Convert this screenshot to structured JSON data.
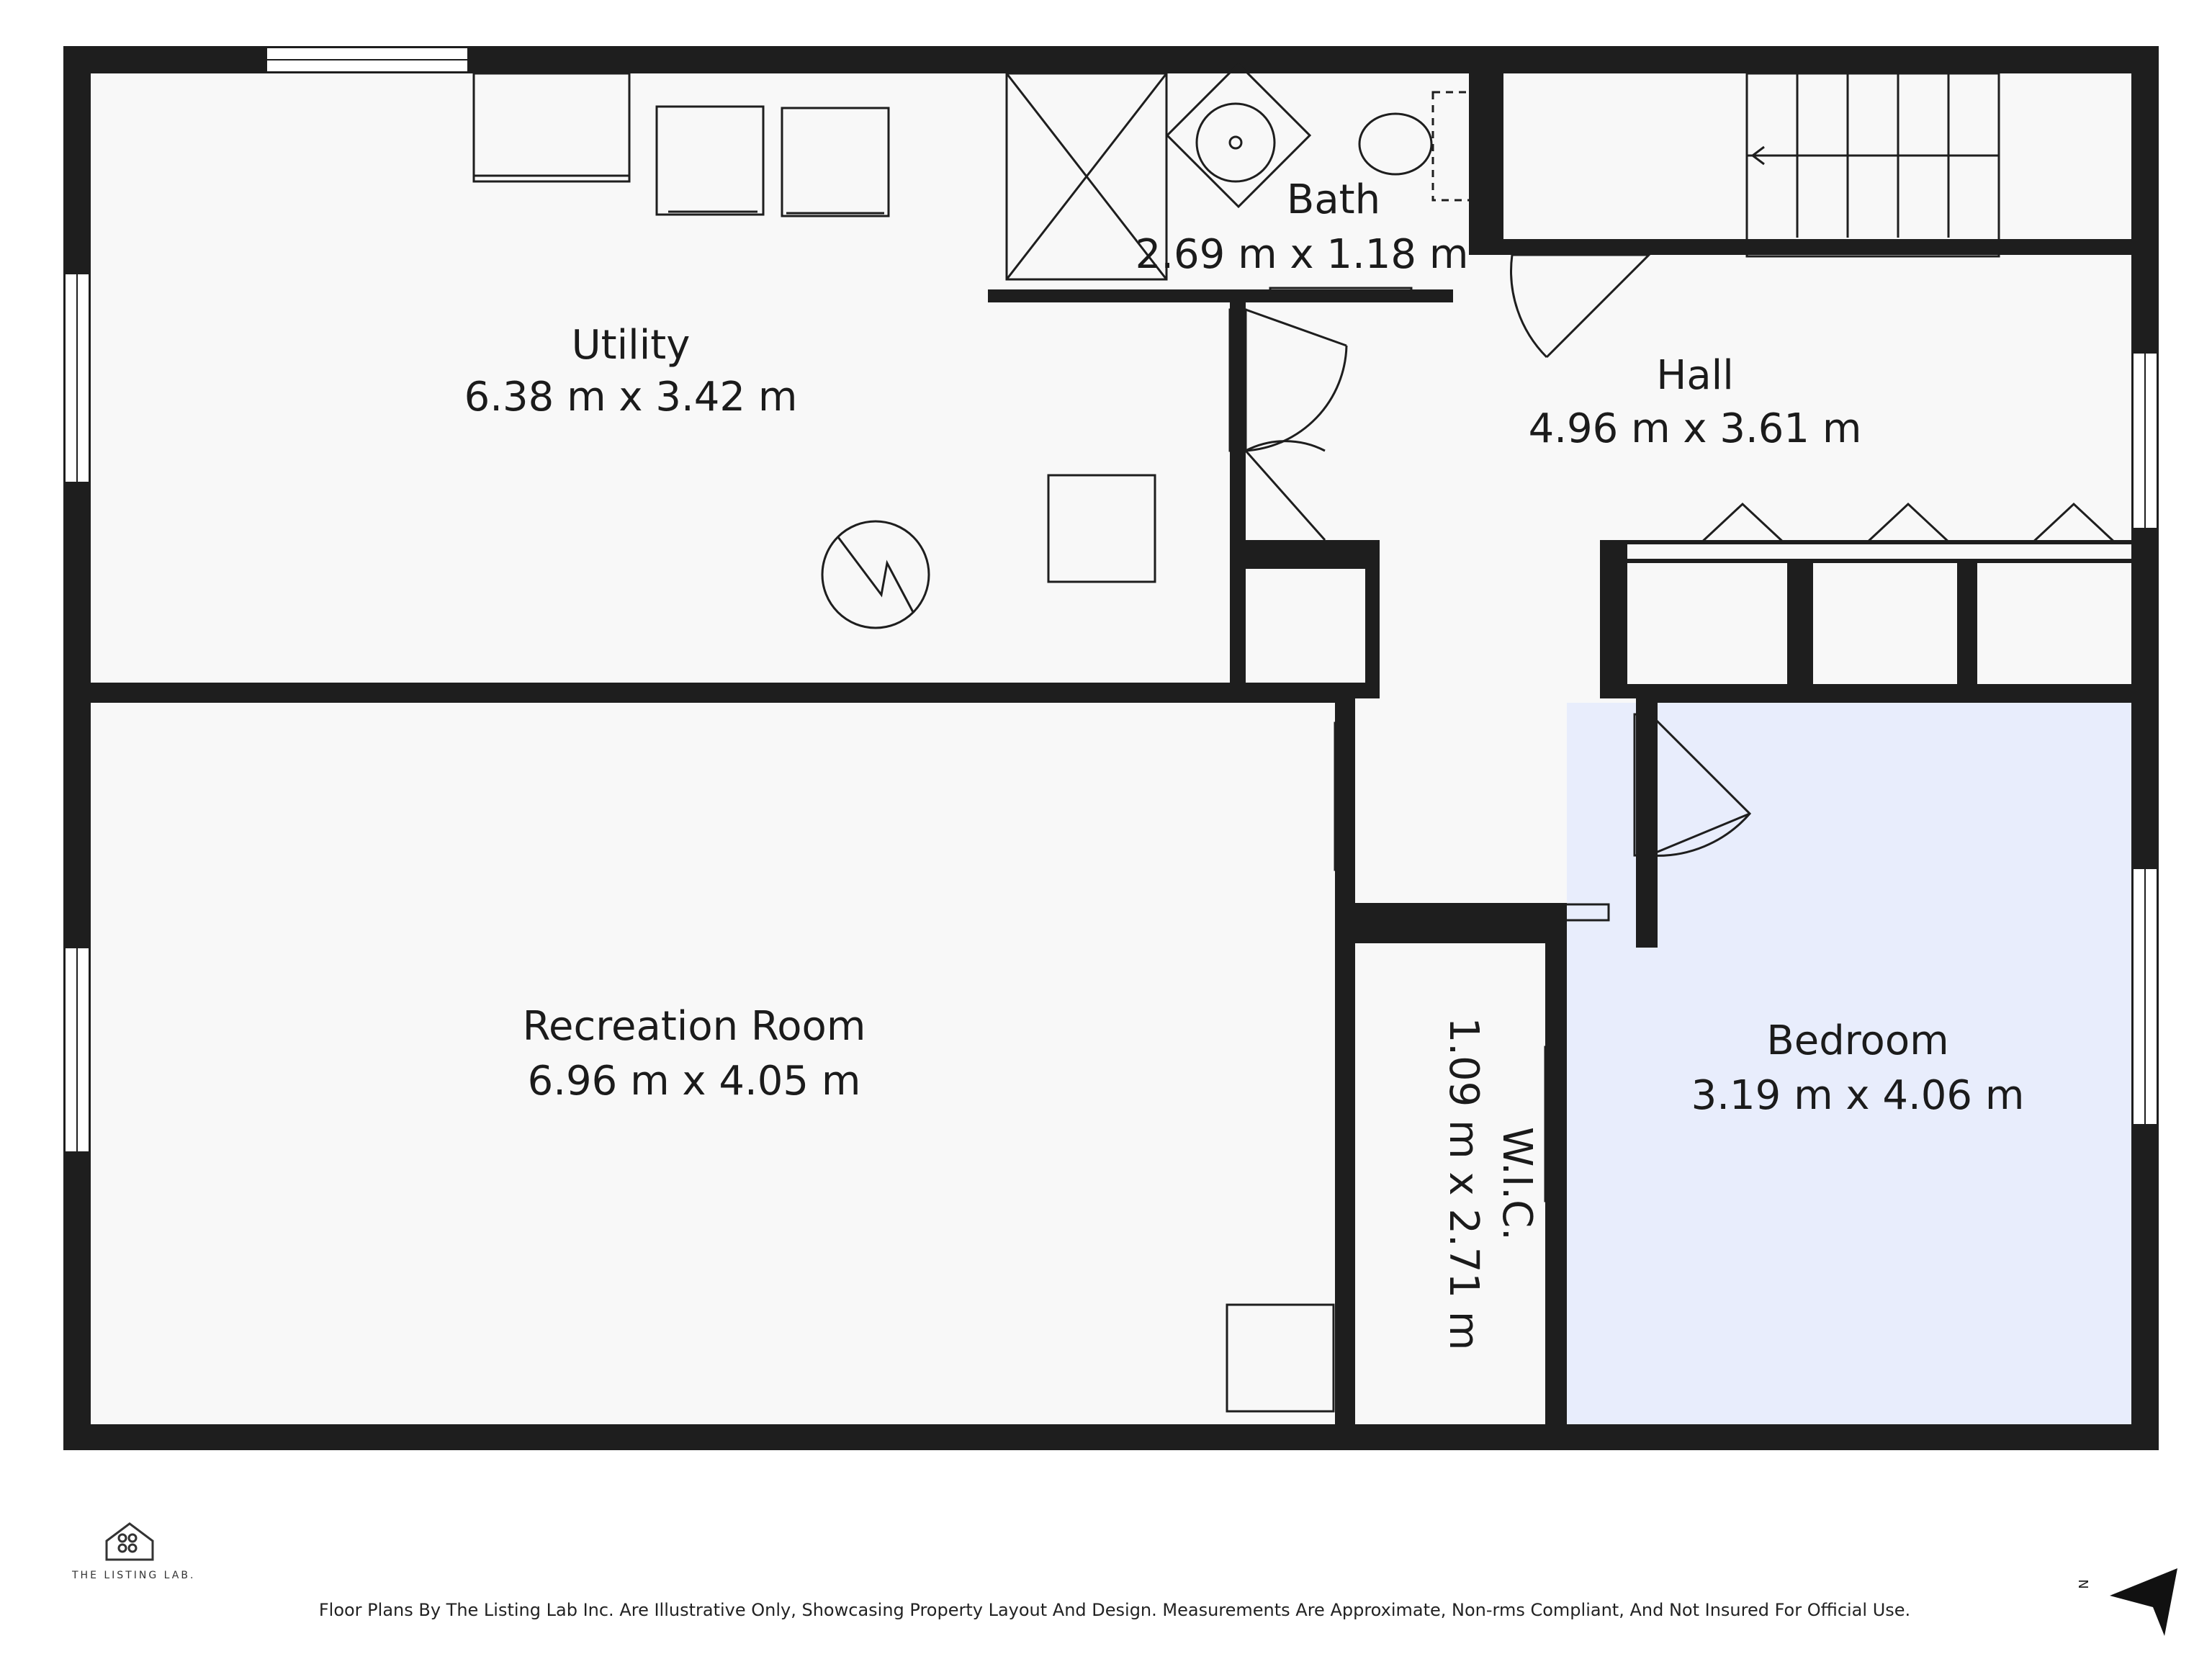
{
  "rooms": {
    "utility": {
      "name": "Utility",
      "dims": "6.38 m x 3.42 m"
    },
    "bath": {
      "name": "Bath",
      "dims": "2.69 m x 1.18 m"
    },
    "hall": {
      "name": "Hall",
      "dims": "4.96 m x 3.61 m"
    },
    "recreation": {
      "name": "Recreation Room",
      "dims": "6.96 m x 4.05 m"
    },
    "wic": {
      "name": "W.I.C.",
      "dims": "1.09 m x 2.71 m"
    },
    "bedroom": {
      "name": "Bedroom",
      "dims": "3.19 m x 4.06 m"
    }
  },
  "highlight_color": "#e8edfc",
  "wall_color": "#1e1e1e",
  "floor_color": "#f8f8f8",
  "footer": {
    "disclaimer": "Floor Plans By The Listing Lab Inc. Are Illustrative Only, Showcasing Property Layout And Design. Measurements Are Approximate, Non-rms Compliant, And Not Insured For Official Use.",
    "brand_name": "THE LISTING LAB.",
    "north_label": "N"
  }
}
